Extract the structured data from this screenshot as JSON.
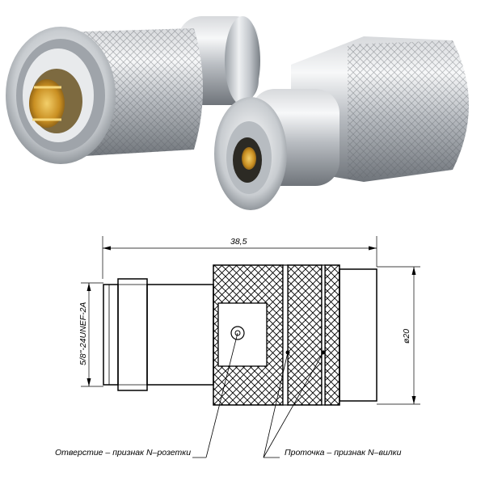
{
  "drawing": {
    "length_dim": "38,5",
    "thread_label": "5/8\"-24UNEF-2A",
    "diameter_label": "ø20",
    "note_hole": "Отверстие  –  признак  N–розетки",
    "note_groove": "Проточка  –  признак  N–вилки"
  },
  "colors": {
    "steel_light": "#eceef0",
    "steel_dark": "#8a8f95",
    "gold": "#d9a53a",
    "line": "#000000"
  }
}
